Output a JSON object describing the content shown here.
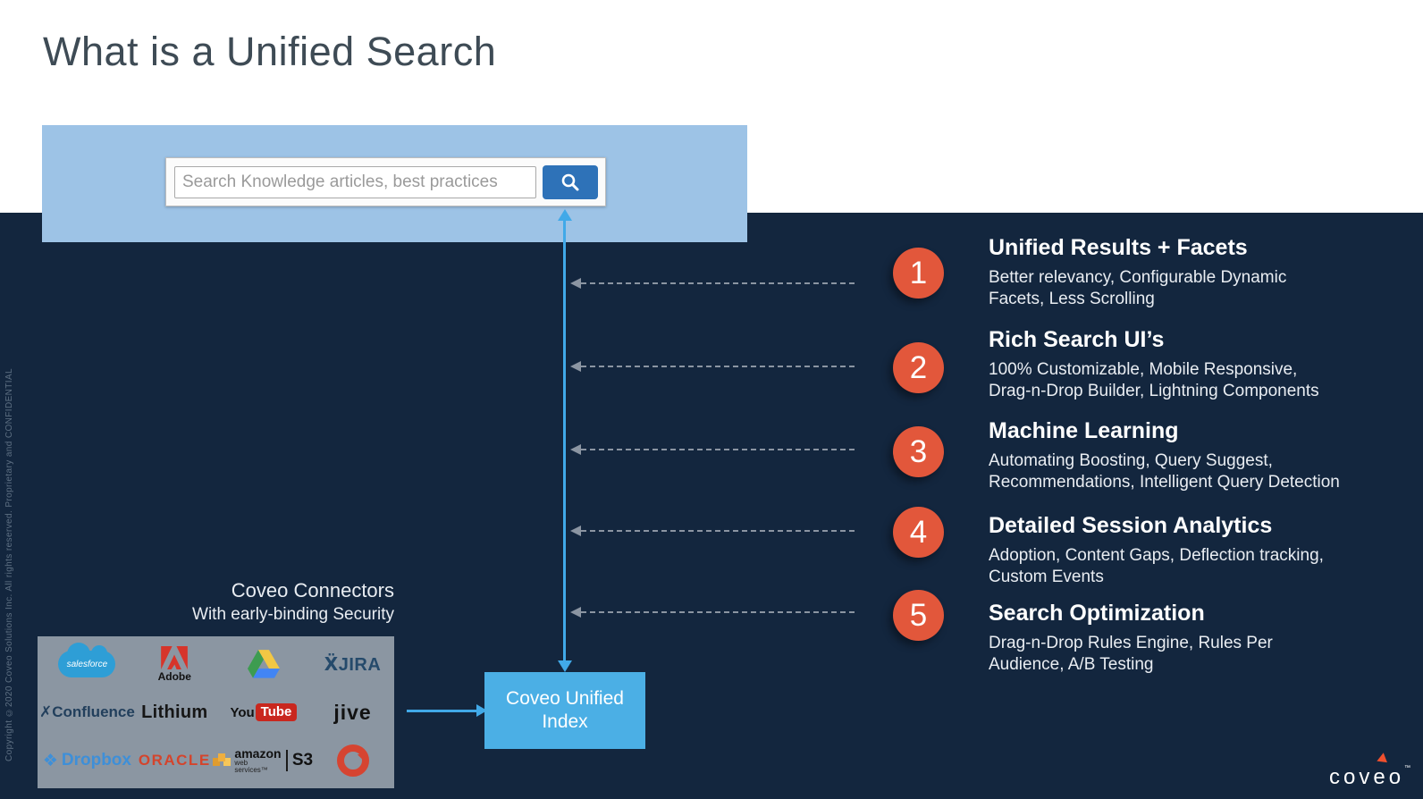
{
  "slide": {
    "title": "What is a Unified Search",
    "copyright": "Copyright ©2020 Coveo Solutions Inc.  All rights reserved. Proprietary and CONFIDENTIAL",
    "brand": "coveo",
    "brand_tm": "™"
  },
  "search_panel": {
    "placeholder": "Search Knowledge articles, best practices"
  },
  "features": [
    {
      "number": "1",
      "title": "Unified Results + Facets",
      "description": "Better relevancy, Configurable Dynamic\nFacets, Less Scrolling"
    },
    {
      "number": "2",
      "title": "Rich Search UI’s",
      "description": "100% Customizable, Mobile Responsive,\nDrag-n-Drop Builder, Lightning Components"
    },
    {
      "number": "3",
      "title": "Machine Learning",
      "description": "Automating Boosting, Query Suggest,\nRecommendations, Intelligent Query Detection"
    },
    {
      "number": "4",
      "title": "Detailed Session Analytics",
      "description": "Adoption, Content Gaps, Deflection tracking,\nCustom Events"
    },
    {
      "number": "5",
      "title": "Search Optimization",
      "description": "Drag-n-Drop Rules Engine, Rules Per\nAudience, A/B Testing"
    }
  ],
  "connectors": {
    "title": "Coveo Connectors",
    "subtitle": "With early-binding Security",
    "logos": {
      "salesforce": "salesforce",
      "adobe": "Adobe",
      "jira_mark": "Ẍ",
      "jira": "JIRA",
      "confluence_mark": "✗",
      "confluence": "Confluence",
      "lithium": "Lithium",
      "youtube_you": "You",
      "youtube_tube": "Tube",
      "jive": "jive",
      "dropbox_mark": "❖",
      "dropbox": "Dropbox",
      "oracle": "ORACLE",
      "amazon": "amazon",
      "amazon_sub": "web services™",
      "s3": "S3"
    }
  },
  "index_box": {
    "label": "Coveo Unified\nIndex"
  },
  "colors": {
    "navy": "#13263E",
    "panel_blue": "#9DC3E6",
    "button_blue": "#2E72B8",
    "flow_blue": "#41A9E8",
    "accent_orange": "#E2573B",
    "index_blue": "#4BAFE5",
    "connector_gray": "#8B96A2"
  }
}
